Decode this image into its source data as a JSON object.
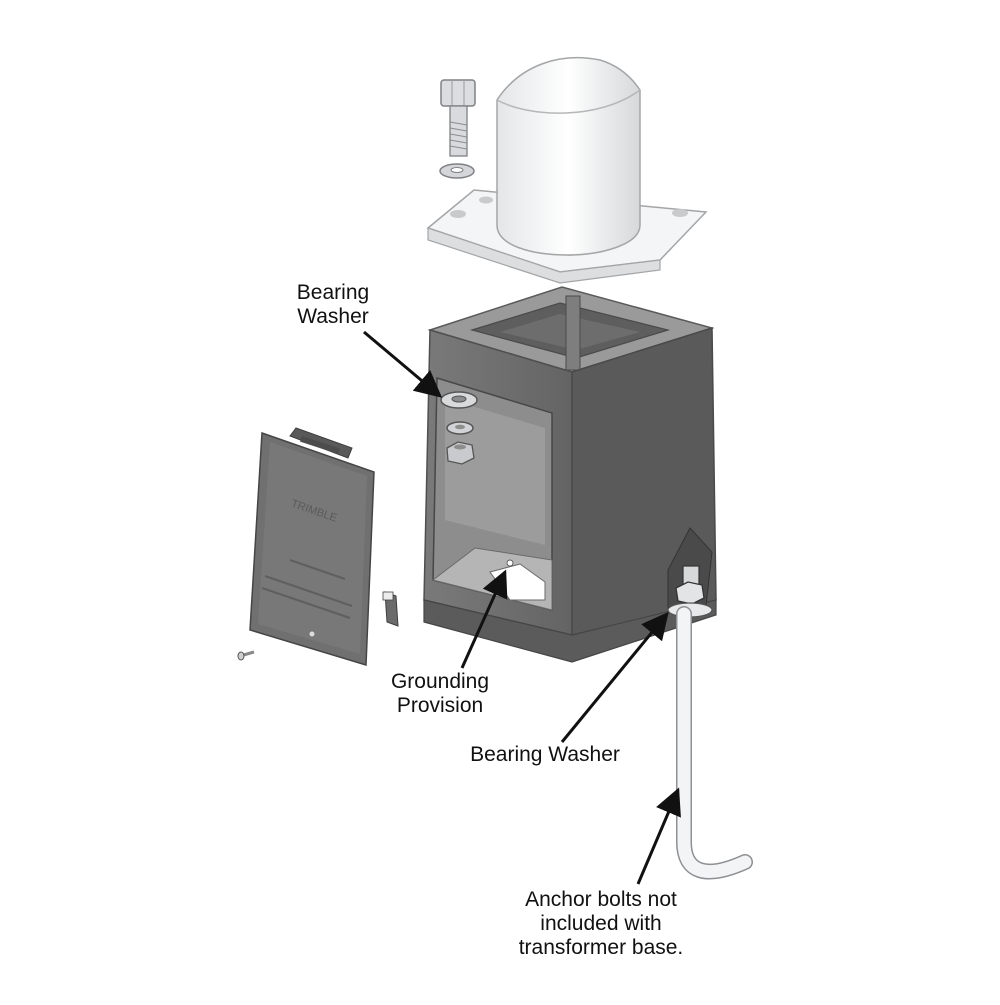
{
  "labels": {
    "bearing_washer_top": [
      "Bearing",
      "Washer"
    ],
    "grounding_provision": [
      "Grounding",
      "Provision"
    ],
    "bearing_washer_bottom": "Bearing Washer",
    "anchor_bolts": [
      "Anchor bolts not",
      "included with",
      "transformer base."
    ]
  },
  "cover_marking": "TRIMBLE",
  "colors": {
    "base_body": "#6f6f6f",
    "base_dark": "#555555",
    "base_light": "#8c8c8c",
    "white_parts": "#f1f2f3",
    "outline": "#9a9c9e",
    "arrow": "#111111"
  }
}
